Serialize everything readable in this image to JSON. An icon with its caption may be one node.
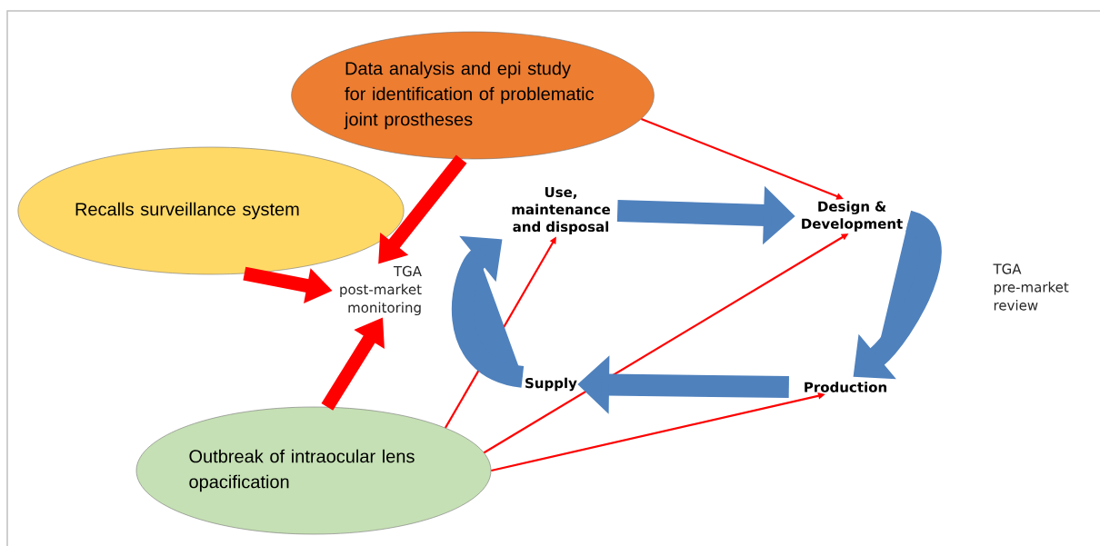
{
  "diagram": {
    "nodes": [
      {
        "text": [
          "Data analysis and epi study for identification of problematic joint prostheses"
        ]
      },
      {
        "text": [
          "Recalls surveillance system"
        ]
      },
      {
        "text": [
          "TGA post-market monitoring"
        ]
      },
      {
        "text": [
          "Use, maintenance and disposal"
        ]
      },
      {
        "text": [
          "Design & Development"
        ]
      },
      {
        "text": [
          "Supply"
        ]
      },
      {
        "text": [
          "Production"
        ]
      },
      {
        "text": [
          "Outbreak of intraocular lens opacification"
        ]
      }
    ],
    "edges": [
      {
        "from": 0,
        "to": 2,
        "arrow": "to",
        "color": "#ff0000"
      },
      {
        "from": 1,
        "to": 2,
        "arrow": "to",
        "color": "#ff0000"
      },
      {
        "from": 7,
        "to": 2,
        "arrow": "to",
        "color": "#ff0000"
      },
      {
        "from": 0,
        "to": 4,
        "arrow": "to",
        "color": "#ff0000"
      },
      {
        "from": 7,
        "to": 3,
        "arrow": "to",
        "color": "#ff0000"
      },
      {
        "from": 7,
        "to": 4,
        "arrow": "to",
        "color": "#ff0000"
      },
      {
        "from": 7,
        "to": 6,
        "arrow": "to",
        "color": "#ff0000"
      },
      {
        "from": 3,
        "to": 4,
        "arrow": "to",
        "color": "#4f81bd"
      },
      {
        "from": 4,
        "to": 6,
        "arrow": "to",
        "color": "#4f81bd",
        "label": "TGA pre-market review"
      },
      {
        "from": 6,
        "to": 5,
        "arrow": "to",
        "color": "#4f81bd"
      },
      {
        "from": 5,
        "to": 3,
        "arrow": "to",
        "color": "#4f81bd"
      }
    ]
  }
}
